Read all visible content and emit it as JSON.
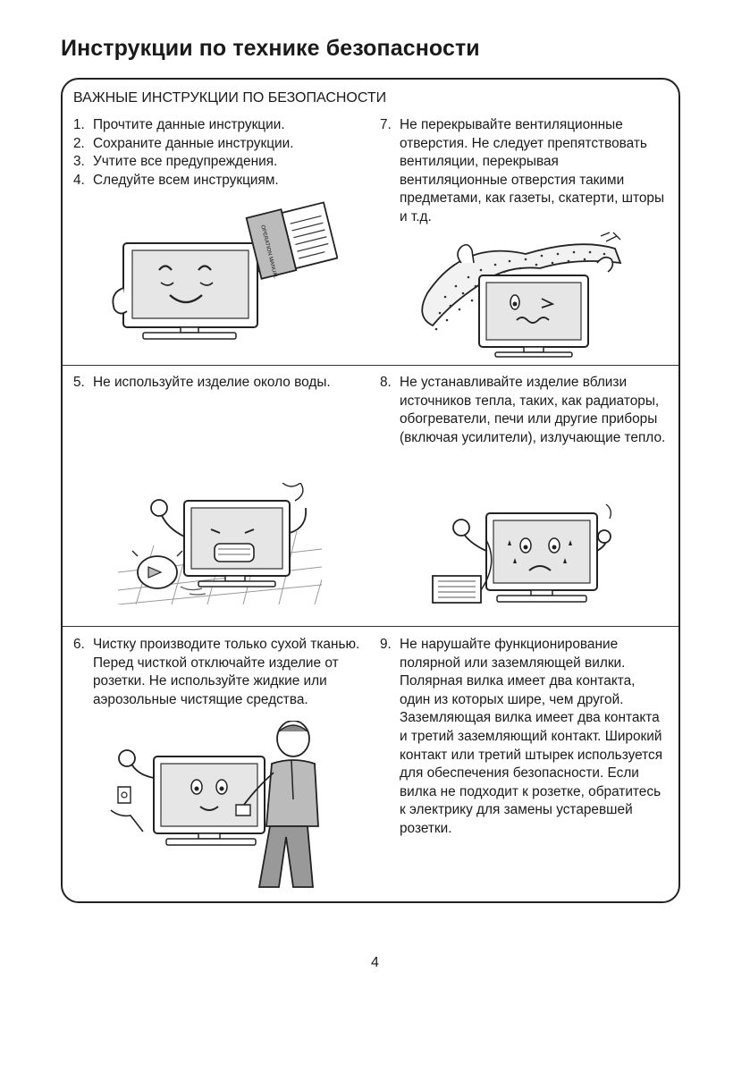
{
  "page": {
    "title": "Инструкции по технике безопасности",
    "page_number": "4"
  },
  "box": {
    "heading": "ВАЖНЫЕ ИНСТРУКЦИИ ПО БЕЗОПАСНОСТИ"
  },
  "instructions": [
    {
      "num": "1.",
      "text": "Прочтите данные инструкции."
    },
    {
      "num": "2.",
      "text": "Сохраните данные инструкции."
    },
    {
      "num": "3.",
      "text": "Учтите все предупреждения."
    },
    {
      "num": "4.",
      "text": "Следуйте всем инструкциям."
    },
    {
      "num": "5.",
      "text": "Не используйте изделие около воды."
    },
    {
      "num": "6.",
      "text": "Чистку производите только сухой тканью. Перед чисткой отключайте изделие от розетки. Не используйте жидкие или аэрозольные чистящие средства."
    },
    {
      "num": "7.",
      "text": "Не перекрывайте вентиляционные отверстия. Не следует препятствовать вентиляции, перекрывая вентиляционные отверстия такими предметами, как газеты, скатерти, шторы и т.д."
    },
    {
      "num": "8.",
      "text": "Не устанавливайте изделие вблизи источников тепла, таких, как радиаторы, обогреватели, печи или другие приборы (включая усилители), излучающие тепло."
    },
    {
      "num": "9.",
      "text": "Не нарушайте функционирование полярной или заземляющей вилки. Полярная вилка имеет два контакта, один из которых шире, чем другой. Заземляющая вилка имеет два контакта и третий заземляющий контакт. Широкий контакт или третий штырек используется для обеспечения безопасности. Если вилка не подходит к розетке, обратитесь к электрику для замены устаревшей розетки."
    }
  ],
  "illustrations": {
    "manual_label": "OPERATION MANUAL"
  }
}
